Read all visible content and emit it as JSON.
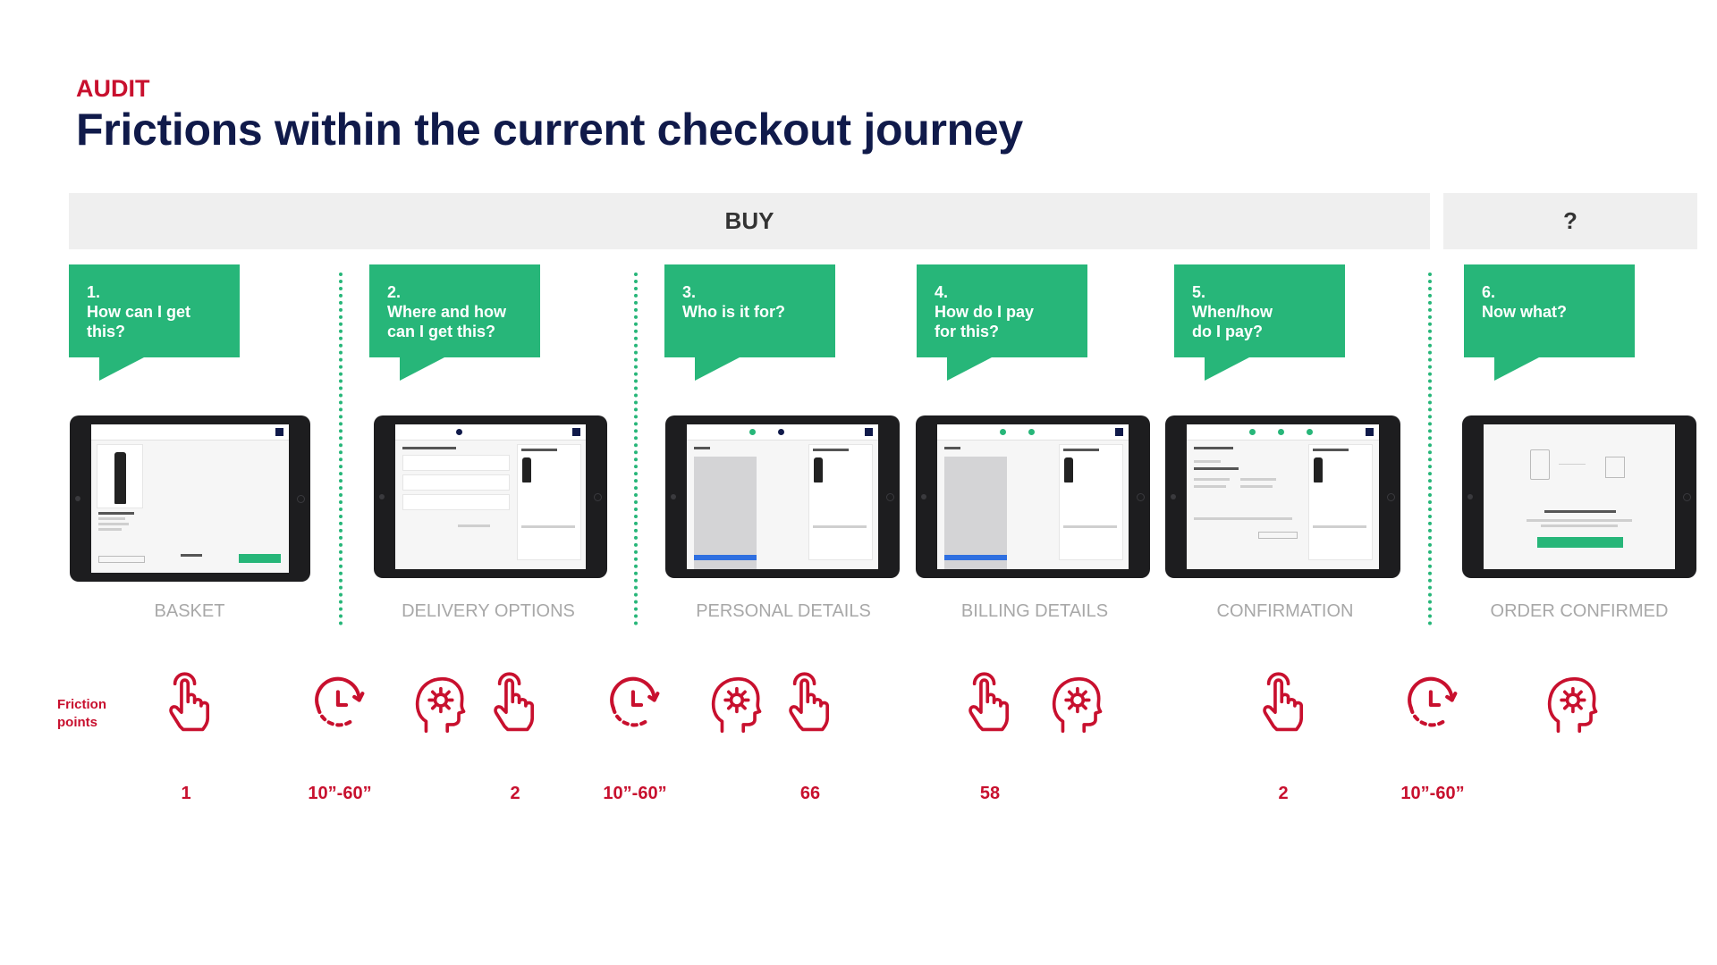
{
  "header": {
    "eyebrow": "AUDIT",
    "title": "Frictions within the current checkout journey"
  },
  "phases": [
    {
      "label": "BUY"
    },
    {
      "label": "?"
    }
  ],
  "questions": [
    "1.\nHow can I get\nthis?",
    "2.\nWhere and how\ncan I get this?",
    "3.\nWho is it for?",
    "4.\nHow do I pay\nfor this?",
    "5.\nWhen/how\ndo I pay?",
    "6.\nNow what?"
  ],
  "steps": [
    {
      "label": "BASKET"
    },
    {
      "label": "DELIVERY OPTIONS"
    },
    {
      "label": "PERSONAL DETAILS"
    },
    {
      "label": "BILLING DETAILS"
    },
    {
      "label": "CONFIRMATION"
    },
    {
      "label": "ORDER CONFIRMED"
    }
  ],
  "friction": {
    "label": "Friction\npoints",
    "icons": [
      {
        "icon": "tap-hand-icon",
        "count": "1"
      },
      {
        "icon": "timer-icon",
        "count": "10”-60”"
      },
      {
        "icon": "thinking-head-icon",
        "count": ""
      },
      {
        "icon": "tap-hand-icon",
        "count": "2"
      },
      {
        "icon": "timer-icon",
        "count": "10”-60”"
      },
      {
        "icon": "thinking-head-icon",
        "count": ""
      },
      {
        "icon": "tap-hand-icon",
        "count": "66"
      },
      {
        "icon": "tap-hand-icon",
        "count": "58"
      },
      {
        "icon": "thinking-head-icon",
        "count": ""
      },
      {
        "icon": "tap-hand-icon",
        "count": "2"
      },
      {
        "icon": "timer-icon",
        "count": "10”-60”"
      },
      {
        "icon": "thinking-head-icon",
        "count": ""
      }
    ]
  },
  "colors": {
    "accent_red": "#c8102e",
    "accent_green": "#27b679",
    "title_navy": "#101a4a",
    "muted_gray": "#a8a8a8"
  }
}
